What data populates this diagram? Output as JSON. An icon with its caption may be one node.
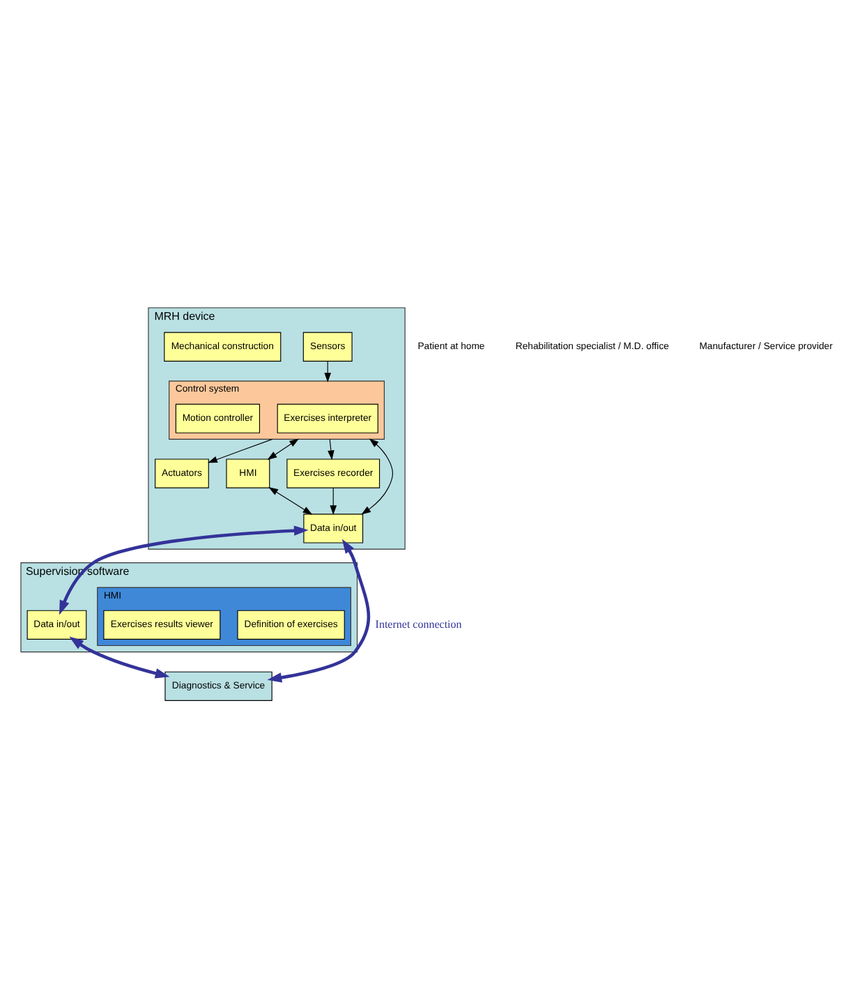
{
  "diagram": {
    "nodes": [
      {
        "text": [
          "MRH device"
        ]
      },
      {
        "text": [
          "Sensors"
        ],
        "in": 0
      },
      {
        "text": [
          "Actuators"
        ],
        "in": 0
      },
      {
        "text": [
          "Mechanical construction"
        ],
        "in": 0
      },
      {
        "text": [
          "Control system"
        ],
        "in": 0
      },
      {
        "text": [
          "Exercises interpreter"
        ],
        "in": 4
      },
      {
        "text": [
          "Motion controller"
        ],
        "in": 4
      },
      {
        "text": [
          "HMI"
        ],
        "in": 0
      },
      {
        "text": [
          "Exercises recorder"
        ],
        "in": 0
      },
      {
        "text": [
          "Data in/out"
        ],
        "in": 0
      },
      {
        "text": [
          "Supervision software"
        ]
      },
      {
        "text": [
          "Data in/out"
        ],
        "in": 10
      },
      {
        "text": [
          "HMI"
        ],
        "in": 10
      },
      {
        "text": [
          "Definition of exercises"
        ],
        "in": 12
      },
      {
        "text": [
          "Exercises results viewer"
        ],
        "in": 12
      },
      {
        "text": [
          "Diagnostics & Service"
        ]
      }
    ],
    "edges": [
      {
        "from": 1,
        "to": 4,
        "arrow": "to"
      },
      {
        "from": 4,
        "to": 2,
        "arrow": "to"
      },
      {
        "from": 4,
        "to": 7,
        "arrow": "both"
      },
      {
        "from": 7,
        "to": 9,
        "arrow": "both"
      },
      {
        "from": 4,
        "to": 9,
        "arrow": "both"
      },
      {
        "from": 4,
        "to": 8,
        "arrow": "to"
      },
      {
        "from": 8,
        "to": 9,
        "arrow": "to"
      },
      {
        "from": 9,
        "to": 11,
        "arrow": "both",
        "style": "thick",
        "color": "#333399"
      },
      {
        "from": 9,
        "to": 15,
        "arrow": "both",
        "style": "thick",
        "color": "#333399",
        "label": "Internet connection"
      },
      {
        "from": 11,
        "to": 15,
        "arrow": "both",
        "style": "thick",
        "color": "#333399"
      }
    ],
    "labels": [
      "Patient at home",
      "Rehabilitation specialist / M.D. office",
      "Manufacturer / Service provider"
    ]
  }
}
